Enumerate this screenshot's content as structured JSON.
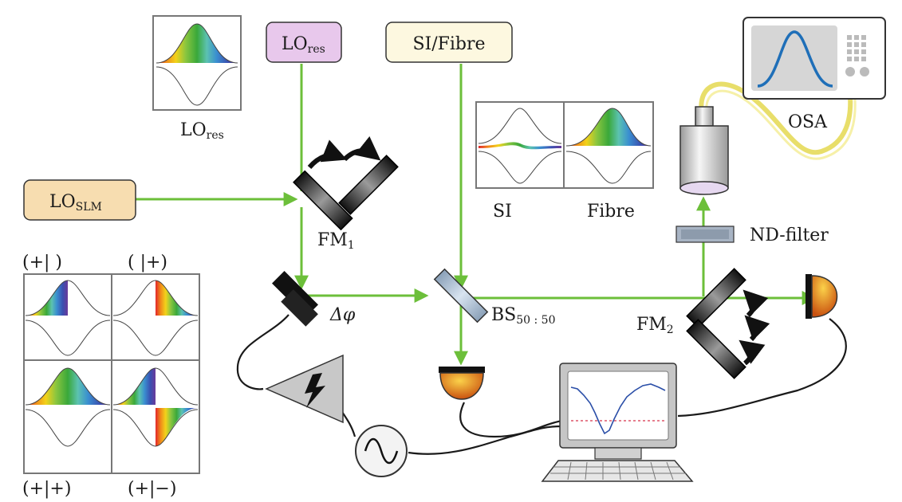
{
  "labels": {
    "lo_res_box": "LO",
    "lo_res_box_sub": "res",
    "lo_res_panel": "LO",
    "lo_res_panel_sub": "res",
    "si_fibre_box": "SI/Fibre",
    "lo_slm_box": "LO",
    "lo_slm_box_sub": "SLM",
    "fm1": "FM",
    "fm1_sub": "1",
    "delta_phi": "Δφ",
    "bs": "BS",
    "bs_sub": "50 : 50",
    "fm2": "FM",
    "fm2_sub": "2",
    "nd_filter": "ND-filter",
    "osa": "OSA",
    "si_panel": "SI",
    "fibre_panel": "Fibre",
    "mode_top_left": "(+|   )",
    "mode_top_right": "(   |+)",
    "mode_bottom_left": "(+|+)",
    "mode_bottom_right": "(+|−)"
  },
  "colors": {
    "beam": "#6cbf3a",
    "lo_res_fill": "#e8c8ec",
    "si_fibre_fill": "#fdf8e0",
    "lo_slm_fill": "#f7ddb0",
    "detector": "#f08a1a",
    "fibre_cable": "#f2e86a"
  },
  "icons": {
    "signal_generator": "sine-wave-icon",
    "amplifier": "lightning-icon"
  }
}
